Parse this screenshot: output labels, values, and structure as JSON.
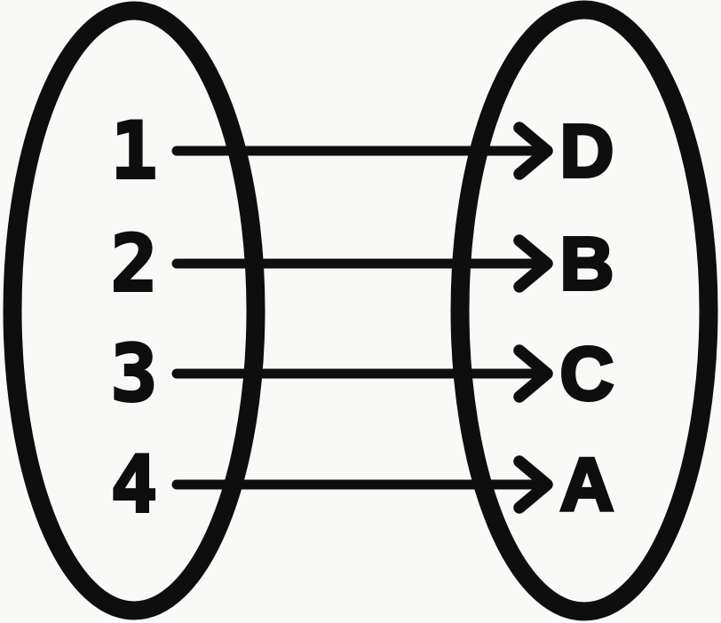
{
  "diagram": {
    "type": "mapping-diagram",
    "left_set": [
      "1",
      "2",
      "3",
      "4"
    ],
    "right_set": [
      "D",
      "B",
      "C",
      "A"
    ],
    "pairs": [
      {
        "from": "1",
        "to": "D"
      },
      {
        "from": "2",
        "to": "B"
      },
      {
        "from": "3",
        "to": "C"
      },
      {
        "from": "4",
        "to": "A"
      }
    ],
    "colors": {
      "stroke": "#0e0e0e",
      "background": "#f9f9f8"
    }
  }
}
